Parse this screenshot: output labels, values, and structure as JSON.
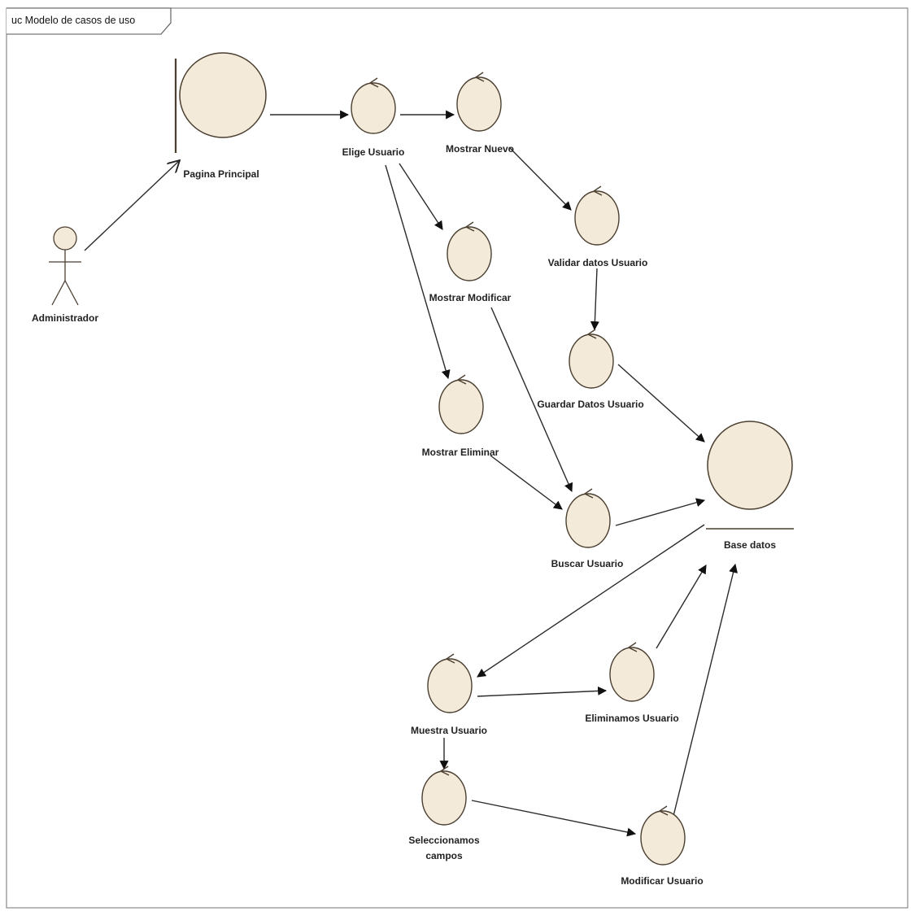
{
  "frame": {
    "title": "uc Modelo de casos de uso"
  },
  "colors": {
    "element_fill": "#f4ead9",
    "element_stroke": "#4a3f30",
    "line": "#2b2b2b",
    "frame": "#8a8a8a",
    "background": "#ffffff"
  },
  "actor": {
    "id": "administrador",
    "label": "Administrador"
  },
  "boundary": {
    "id": "pagina-principal",
    "label": "Pagina Principal"
  },
  "entity": {
    "id": "base-datos",
    "label": "Base datos"
  },
  "controls": [
    {
      "id": "elige-usuario",
      "label": "Elige Usuario"
    },
    {
      "id": "mostrar-nuevo",
      "label": "Mostrar Nuevo"
    },
    {
      "id": "validar-datos-usuario",
      "label": "Validar datos Usuario"
    },
    {
      "id": "mostrar-modificar",
      "label": "Mostrar Modificar"
    },
    {
      "id": "guardar-datos-usuario",
      "label": "Guardar Datos Usuario"
    },
    {
      "id": "mostrar-eliminar",
      "label": "Mostrar Eliminar"
    },
    {
      "id": "buscar-usuario",
      "label": "Buscar Usuario"
    },
    {
      "id": "muestra-usuario",
      "label": "Muestra Usuario"
    },
    {
      "id": "eliminamos-usuario",
      "label": "Eliminamos Usuario"
    },
    {
      "id": "seleccionamos-campos",
      "label": "Seleccionamos campos"
    },
    {
      "id": "modificar-usuario",
      "label": "Modificar Usuario"
    }
  ],
  "connections": [
    {
      "from": "administrador",
      "to": "pagina-principal",
      "arrow": "open"
    },
    {
      "from": "pagina-principal",
      "to": "elige-usuario",
      "arrow": "filled"
    },
    {
      "from": "elige-usuario",
      "to": "mostrar-nuevo",
      "arrow": "filled"
    },
    {
      "from": "elige-usuario",
      "to": "mostrar-modificar",
      "arrow": "filled"
    },
    {
      "from": "elige-usuario",
      "to": "mostrar-eliminar",
      "arrow": "filled"
    },
    {
      "from": "mostrar-nuevo",
      "to": "validar-datos-usuario",
      "arrow": "filled"
    },
    {
      "from": "validar-datos-usuario",
      "to": "guardar-datos-usuario",
      "arrow": "filled"
    },
    {
      "from": "guardar-datos-usuario",
      "to": "base-datos",
      "arrow": "filled"
    },
    {
      "from": "mostrar-modificar",
      "to": "buscar-usuario",
      "arrow": "filled"
    },
    {
      "from": "mostrar-eliminar",
      "to": "buscar-usuario",
      "arrow": "filled"
    },
    {
      "from": "buscar-usuario",
      "to": "base-datos",
      "arrow": "filled"
    },
    {
      "from": "base-datos",
      "to": "muestra-usuario",
      "arrow": "filled"
    },
    {
      "from": "muestra-usuario",
      "to": "eliminamos-usuario",
      "arrow": "filled"
    },
    {
      "from": "eliminamos-usuario",
      "to": "base-datos",
      "arrow": "filled"
    },
    {
      "from": "muestra-usuario",
      "to": "seleccionamos-campos",
      "arrow": "filled"
    },
    {
      "from": "seleccionamos-campos",
      "to": "modificar-usuario",
      "arrow": "filled"
    },
    {
      "from": "modificar-usuario",
      "to": "base-datos",
      "arrow": "filled"
    }
  ]
}
